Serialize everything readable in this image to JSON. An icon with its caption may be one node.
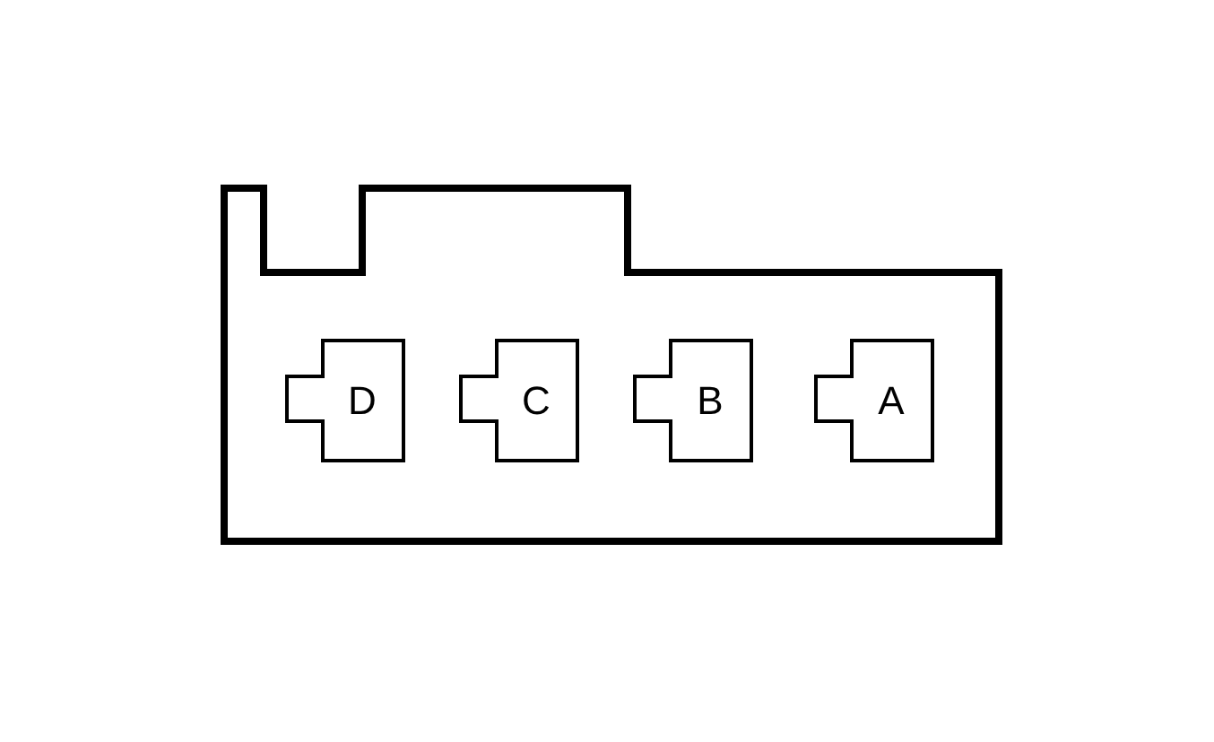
{
  "diagram": {
    "nodes": [
      {
        "text": [],
        "shape": "box"
      },
      {
        "text": [
          "D"
        ],
        "in": 0
      },
      {
        "text": [
          "C"
        ],
        "in": 0
      },
      {
        "text": [
          "B"
        ],
        "in": 0
      },
      {
        "text": [
          "A"
        ],
        "in": 0
      }
    ]
  }
}
